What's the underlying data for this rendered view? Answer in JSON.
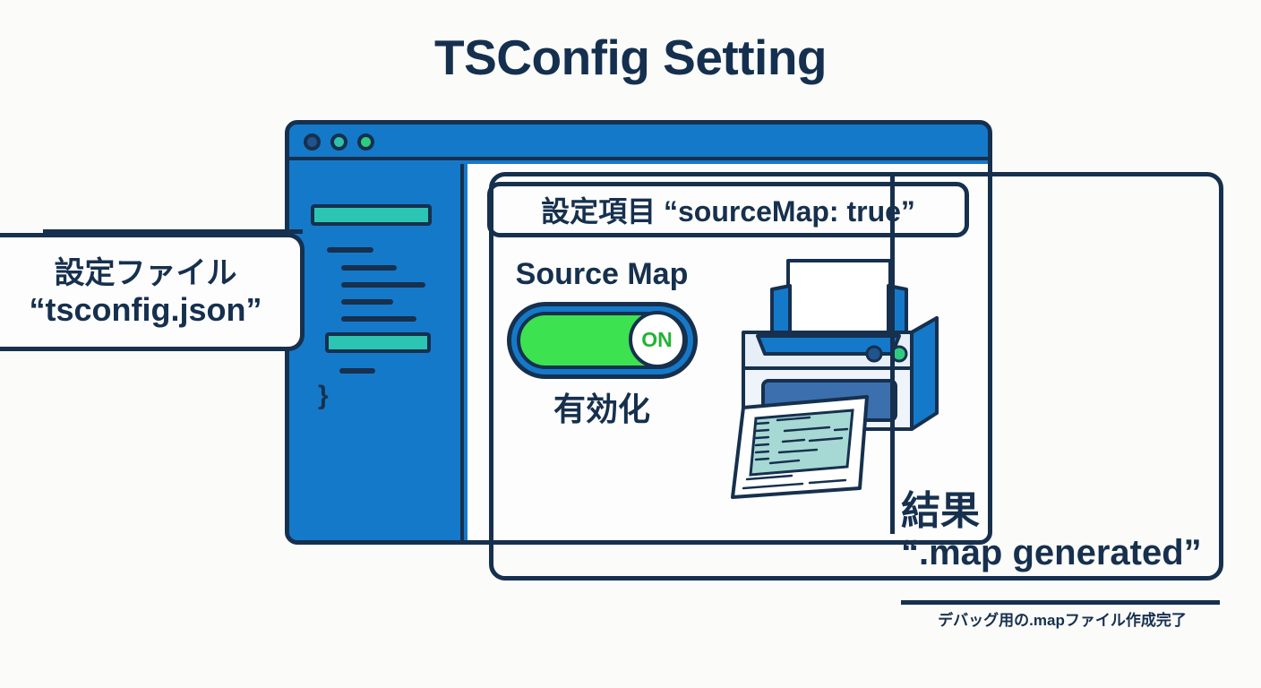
{
  "page": {
    "title": "TSConfig Setting",
    "background": "#fbfbfa",
    "accent_navy": "#16304e",
    "accent_blue": "#1579ca",
    "accent_teal": "#2cc5b4",
    "accent_green": "#3ce24f"
  },
  "window": {
    "dots": [
      {
        "name": "window-dot-close",
        "color": "#21548c"
      },
      {
        "name": "window-dot-minimize",
        "color": "#2fc0ae"
      },
      {
        "name": "window-dot-maximize",
        "color": "#2fcc7f"
      }
    ],
    "sidebar": {
      "closing_brace": "}"
    }
  },
  "setting": {
    "item_label": "設定項目 “sourceMap: true”"
  },
  "toggle": {
    "label": "Source Map",
    "state": "ON",
    "sub_label": "有効化"
  },
  "callout_left": {
    "line1": "設定ファイル",
    "line2": "“tsconfig.json”"
  },
  "callout_right": {
    "line1": "結果",
    "line2": "“.map generated”",
    "caption": "デバッグ用の.mapファイル作成完了"
  },
  "printer": {
    "name": "printer-illustration"
  }
}
